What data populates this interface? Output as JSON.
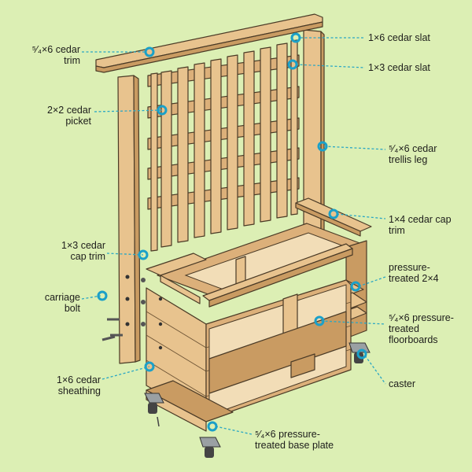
{
  "labels": {
    "cedar_trim": "⁵⁄₄×6 cedar\ntrim",
    "cedar_slat_1x6": "1×6 cedar slat",
    "cedar_slat_1x3": "1×3 cedar slat",
    "cedar_picket": "2×2 cedar\npicket",
    "trellis_leg": "⁵⁄₄×6 cedar\ntrellis leg",
    "cap_trim_1x4": "1×4 cedar cap\ntrim",
    "cap_trim_1x3": "1×3 cedar\ncap trim",
    "pt_2x4": "pressure-\ntreated 2×4",
    "carriage_bolt": "carriage\nbolt",
    "floorboards": "⁵⁄₄×6 pressure-\ntreated\nfloorboards",
    "sheathing": "1×6 cedar\nsheathing",
    "caster": "caster",
    "base_plate": "⁵⁄₄×6 pressure-\ntreated base plate"
  },
  "colors": {
    "background": "#dcefb4",
    "callout": "#1ba0c8",
    "wood_light": "#e8c38e",
    "wood_dark": "#c99b62"
  }
}
